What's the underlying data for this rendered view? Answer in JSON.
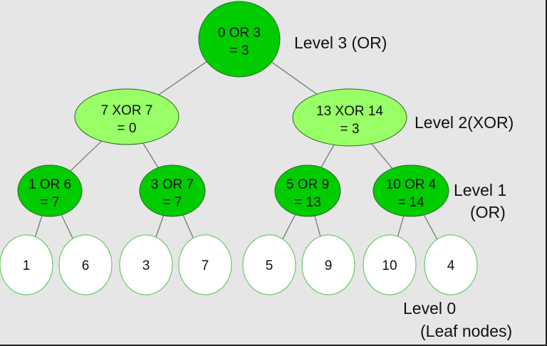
{
  "colors": {
    "background": "#e6e6e6",
    "or_node": "#00cc00",
    "xor_node": "#99ff66",
    "leaf_node": "#ffffff",
    "leaf_border": "#66cc66",
    "edge": "#777777"
  },
  "nodes": {
    "root": {
      "line1": "0 OR 3",
      "line2": "= 3"
    },
    "xor_left": {
      "line1": "7 XOR 7",
      "line2": "= 0"
    },
    "xor_right": {
      "line1": "13 XOR 14",
      "line2": "= 3"
    },
    "or1": {
      "line1": "1 OR 6",
      "line2": "= 7"
    },
    "or2": {
      "line1": "3 OR 7",
      "line2": "= 7"
    },
    "or3": {
      "line1": "5 OR 9",
      "line2": "= 13"
    },
    "or4": {
      "line1": "10 OR 4",
      "line2": "= 14"
    },
    "leaves": [
      "1",
      "6",
      "3",
      "7",
      "5",
      "9",
      "10",
      "4"
    ]
  },
  "labels": {
    "level3": "Level 3 (OR)",
    "level2": "Level 2(XOR)",
    "level1_a": "Level 1",
    "level1_b": "(OR)",
    "level0_a": "Level 0",
    "level0_b": "(Leaf nodes)"
  }
}
